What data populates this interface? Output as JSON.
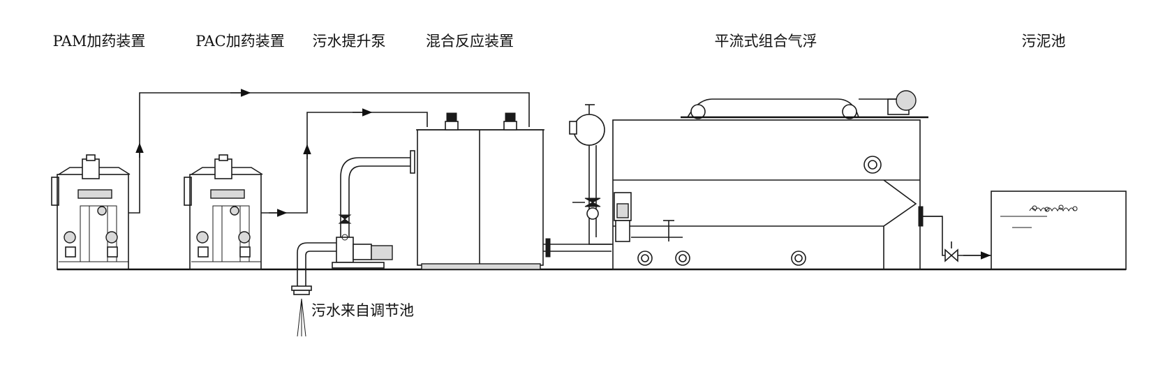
{
  "labels": {
    "pam_dosing": "PAM加药装置",
    "pac_dosing": "PAC加药装置",
    "lift_pump": "污水提升泵",
    "mixing_reactor": "混合反应装置",
    "daf_unit": "平流式组合气浮",
    "sludge_tank": "污泥池",
    "inflow": "污水来自调节池"
  },
  "colors": {
    "line": "#1a1a1a",
    "background": "#ffffff"
  }
}
